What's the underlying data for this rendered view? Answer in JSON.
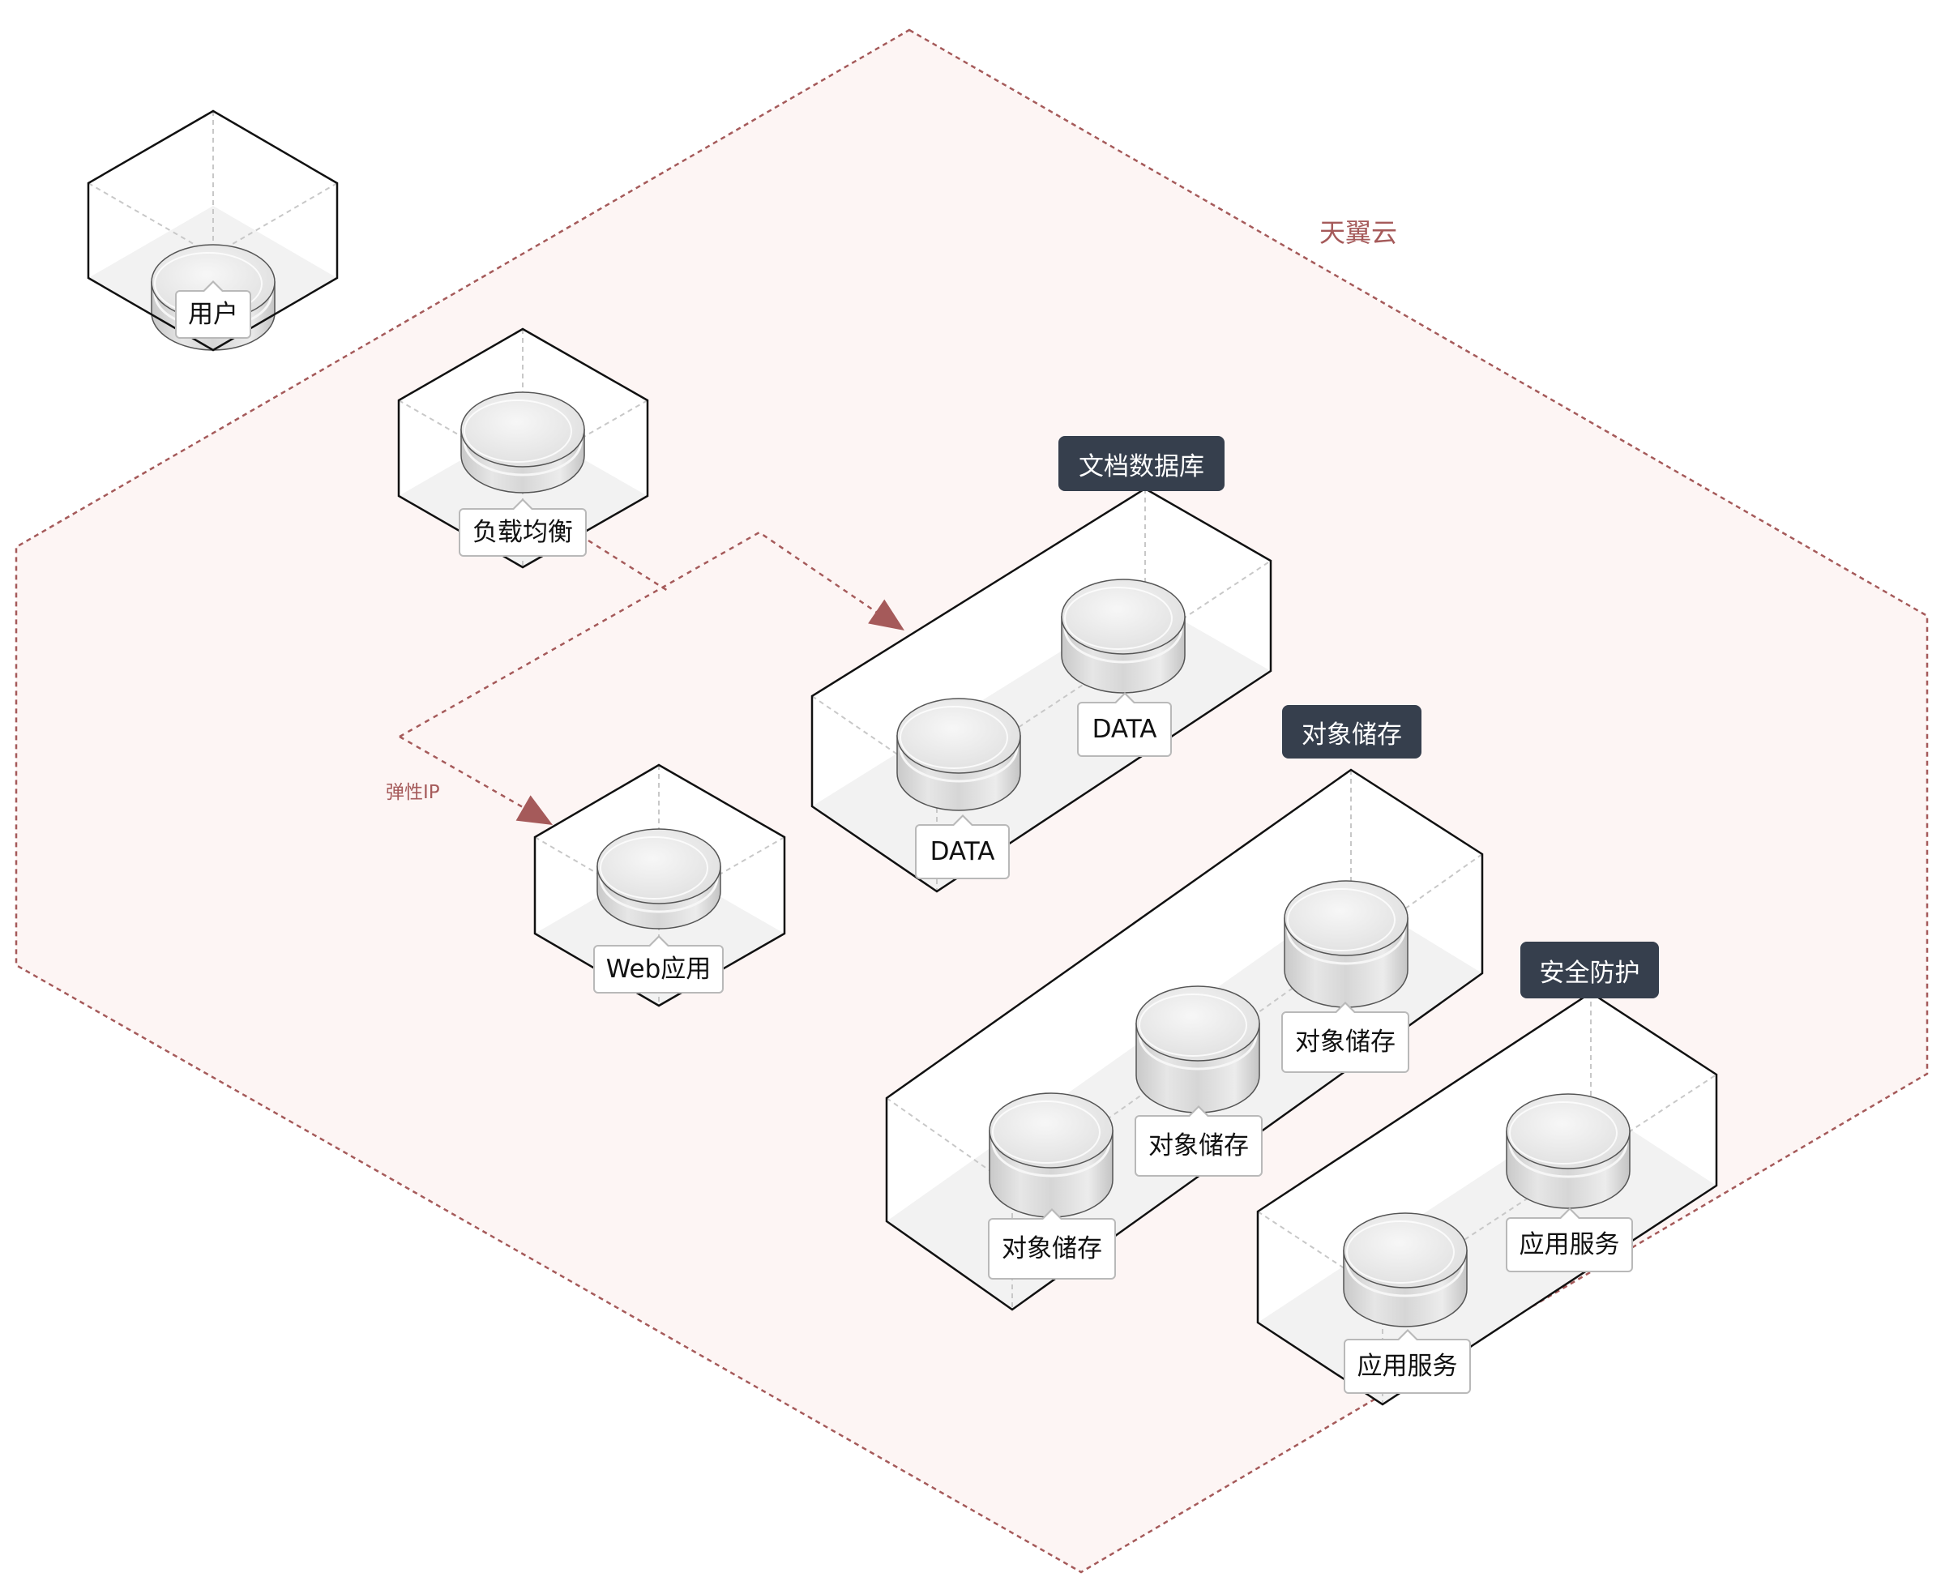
{
  "cloud": {
    "title": "天翼云",
    "border_color": "#a55a5a",
    "fill_color": "#fdf5f4"
  },
  "edge_label": "弹性IP",
  "nodes": {
    "user": "用户",
    "load_balancer": "负载均衡",
    "web_app": "Web应用"
  },
  "groups": [
    {
      "title": "文档数据库",
      "items": [
        "DATA",
        "DATA"
      ]
    },
    {
      "title": "对象储存",
      "items": [
        "对象储存",
        "对象储存",
        "对象储存"
      ]
    },
    {
      "title": "安全防护",
      "items": [
        "应用服务",
        "应用服务"
      ]
    }
  ],
  "colors": {
    "group_label_bg": "#363f4d",
    "arrow": "#a55a5a",
    "box_stroke": "#111111",
    "floor": "#f2f2f2"
  }
}
